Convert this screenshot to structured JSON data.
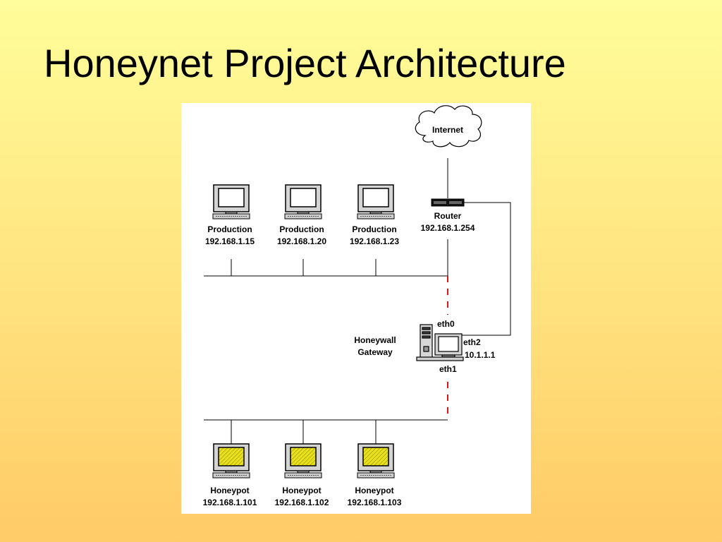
{
  "slide": {
    "title": "Honeynet Project Architecture"
  },
  "colors": {
    "background_top": "#fffe9a",
    "background_bottom": "#ffcb66",
    "honeywall_link": "#d81818",
    "honeypot_screen": "#e8e01a"
  },
  "diagram": {
    "internet": {
      "label": "Internet",
      "icon": "cloud-icon"
    },
    "router": {
      "label": "Router",
      "ip": "192.168.1.254",
      "icon": "router-icon"
    },
    "production_hosts": [
      {
        "label": "Production",
        "ip": "192.168.1.15",
        "icon": "computer-icon"
      },
      {
        "label": "Production",
        "ip": "192.168.1.20",
        "icon": "computer-icon"
      },
      {
        "label": "Production",
        "ip": "192.168.1.23",
        "icon": "computer-icon"
      }
    ],
    "honeywall": {
      "label_line1": "Honeywall",
      "label_line2": "Gateway",
      "icon": "server-computer-icon",
      "eth0": "eth0",
      "eth1": "eth1",
      "eth2": "eth2",
      "eth2_ip": "10.1.1.1"
    },
    "honeypots": [
      {
        "label": "Honeypot",
        "ip": "192.168.1.101",
        "icon": "honeypot-computer-icon"
      },
      {
        "label": "Honeypot",
        "ip": "192.168.1.102",
        "icon": "honeypot-computer-icon"
      },
      {
        "label": "Honeypot",
        "ip": "192.168.1.103",
        "icon": "honeypot-computer-icon"
      }
    ]
  }
}
